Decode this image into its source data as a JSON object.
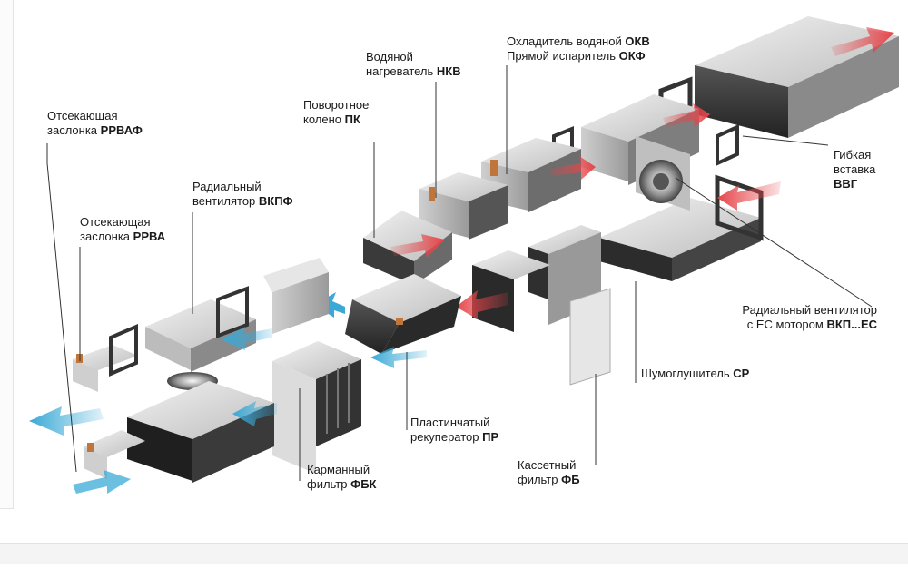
{
  "labels": {
    "rrvaf": {
      "line1": "Отсекающая",
      "line2": "заслонка ",
      "code": "РРВАФ"
    },
    "rrva": {
      "line1": "Отсекающая",
      "line2": "заслонка ",
      "code": "РРВА"
    },
    "vkpf": {
      "line1": "Радиальный",
      "line2": "вентилятор ",
      "code": "ВКПФ"
    },
    "pk": {
      "line1": "Поворотное",
      "line2": "колено ",
      "code": "ПК"
    },
    "nkv": {
      "line1": "Водяной",
      "line2": "нагреватель ",
      "code": "НКВ"
    },
    "okv": {
      "line1": "Охладитель водяной ",
      "code1": "ОКВ",
      "line2": "Прямой испаритель ",
      "code2": "ОКФ"
    },
    "vvg": {
      "line1": "Гибкая",
      "line2": "вставка",
      "code": "ВВГ"
    },
    "vkpec": {
      "line1": "Радиальный вентилятор",
      "line2": "с EC мотором ",
      "code": "ВКП...EC"
    },
    "sr": {
      "line1": "Шумоглушитель ",
      "code": "СР"
    },
    "pr": {
      "line1": "Пластинчатый",
      "line2": "рекуператор ",
      "code": "ПР"
    },
    "fb": {
      "line1": "Кассетный",
      "line2": "фильтр ",
      "code": "ФБ"
    },
    "fbk": {
      "line1": "Карманный",
      "line2": "фильтр ",
      "code": "ФБК"
    }
  },
  "colors": {
    "body_light": "#d9d9d9",
    "body_dark": "#3a3a3a",
    "supply_arrow": "#e5454a",
    "exhaust_arrow": "#3aa9d6"
  }
}
